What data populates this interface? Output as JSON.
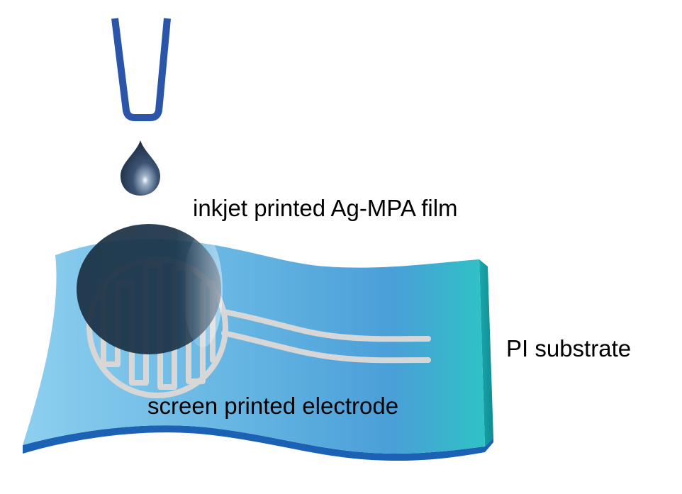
{
  "labels": {
    "film": "inkjet printed Ag-MPA film",
    "substrate": "PI substrate",
    "electrode": "screen printed electrode"
  },
  "colors": {
    "nozzle": "#2a55a8",
    "droplet": "#25364f",
    "film": "#1c3346",
    "substrate_light": "#8ccdee",
    "substrate_mid": "#57a5db",
    "substrate_edge_right": "#2ab5b8",
    "substrate_edge_front": "#1b62b5",
    "electrode": "#d7d7d7",
    "text": "#000000"
  }
}
